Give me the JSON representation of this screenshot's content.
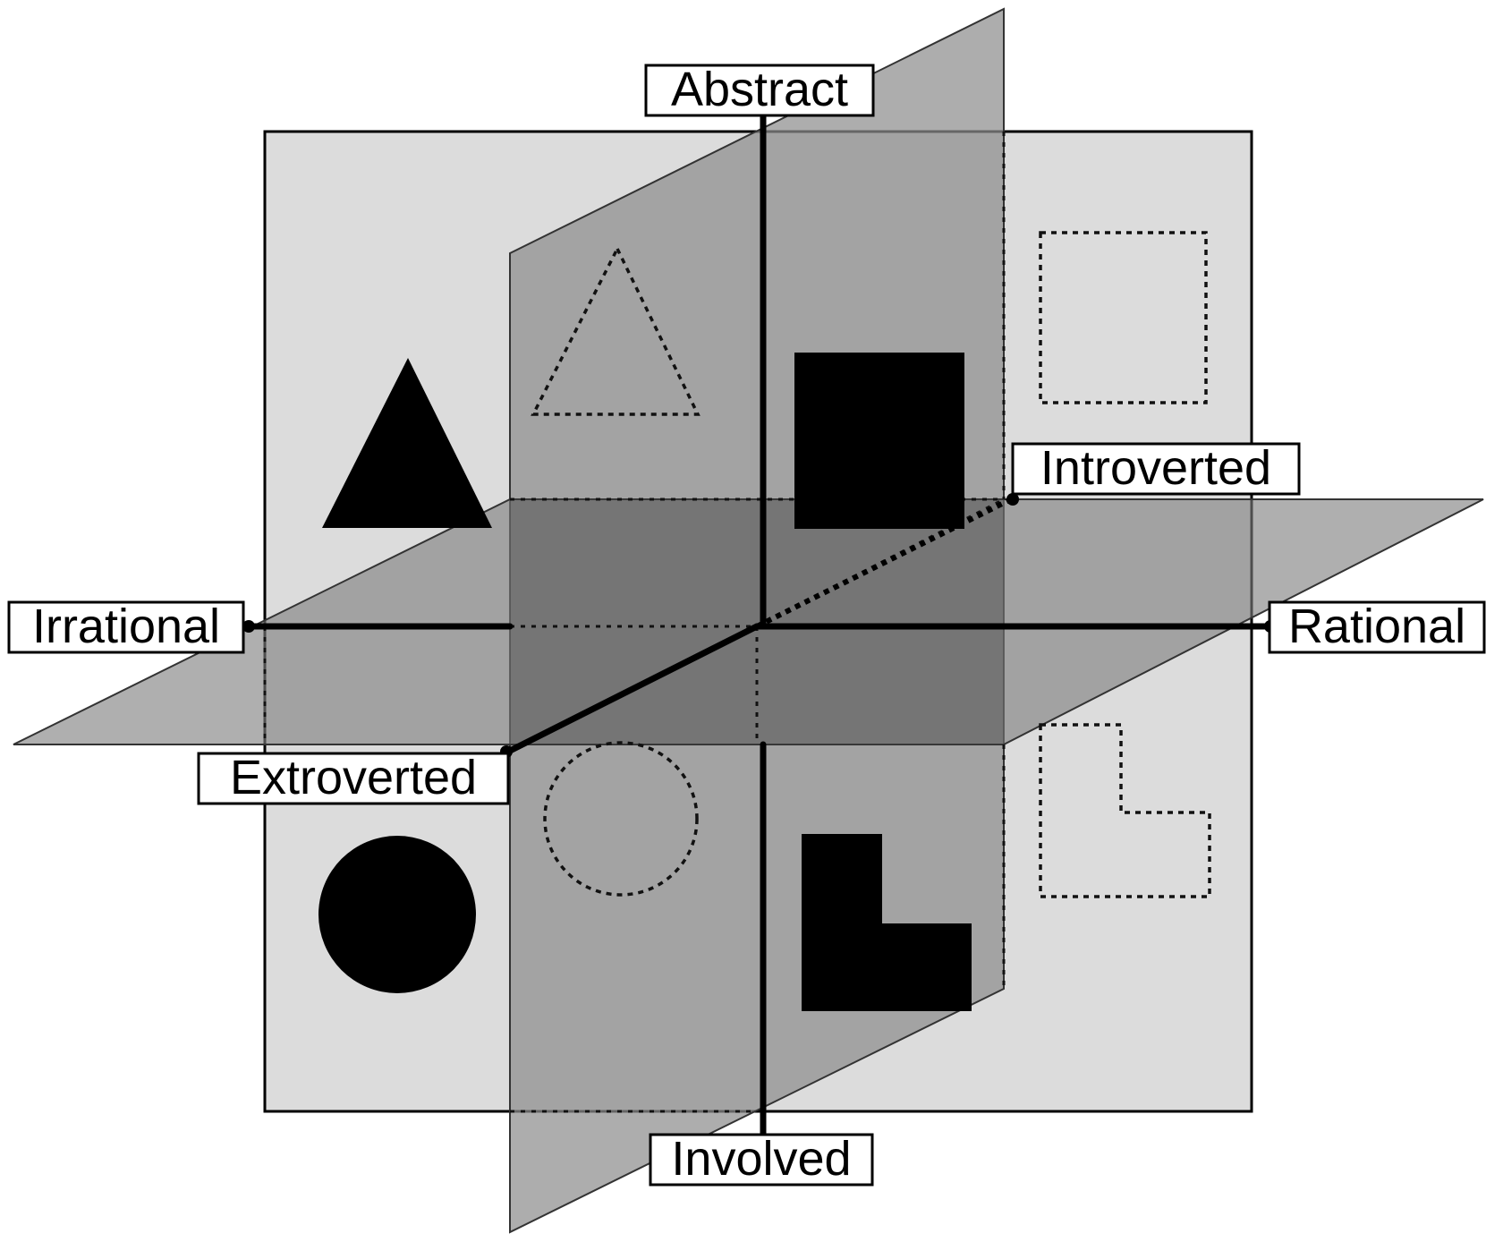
{
  "labels": {
    "abstract": "Abstract",
    "involved": "Involved",
    "irrational": "Irrational",
    "rational": "Rational",
    "introverted": "Introverted",
    "extroverted": "Extroverted"
  },
  "colors": {
    "background": "#ffffff",
    "back_plane": "#dcdcdc",
    "vertical_plane": "#9a9a9a",
    "horizontal_plane": "#8c8c8c",
    "ink": "#000000",
    "label_box": "#ffffff"
  },
  "shapes": [
    {
      "name": "triangle",
      "style": "solid"
    },
    {
      "name": "triangle",
      "style": "dashed"
    },
    {
      "name": "square",
      "style": "solid"
    },
    {
      "name": "square",
      "style": "dashed"
    },
    {
      "name": "circle",
      "style": "solid"
    },
    {
      "name": "circle",
      "style": "dashed"
    },
    {
      "name": "l-shape",
      "style": "solid"
    },
    {
      "name": "l-shape",
      "style": "dashed"
    }
  ]
}
